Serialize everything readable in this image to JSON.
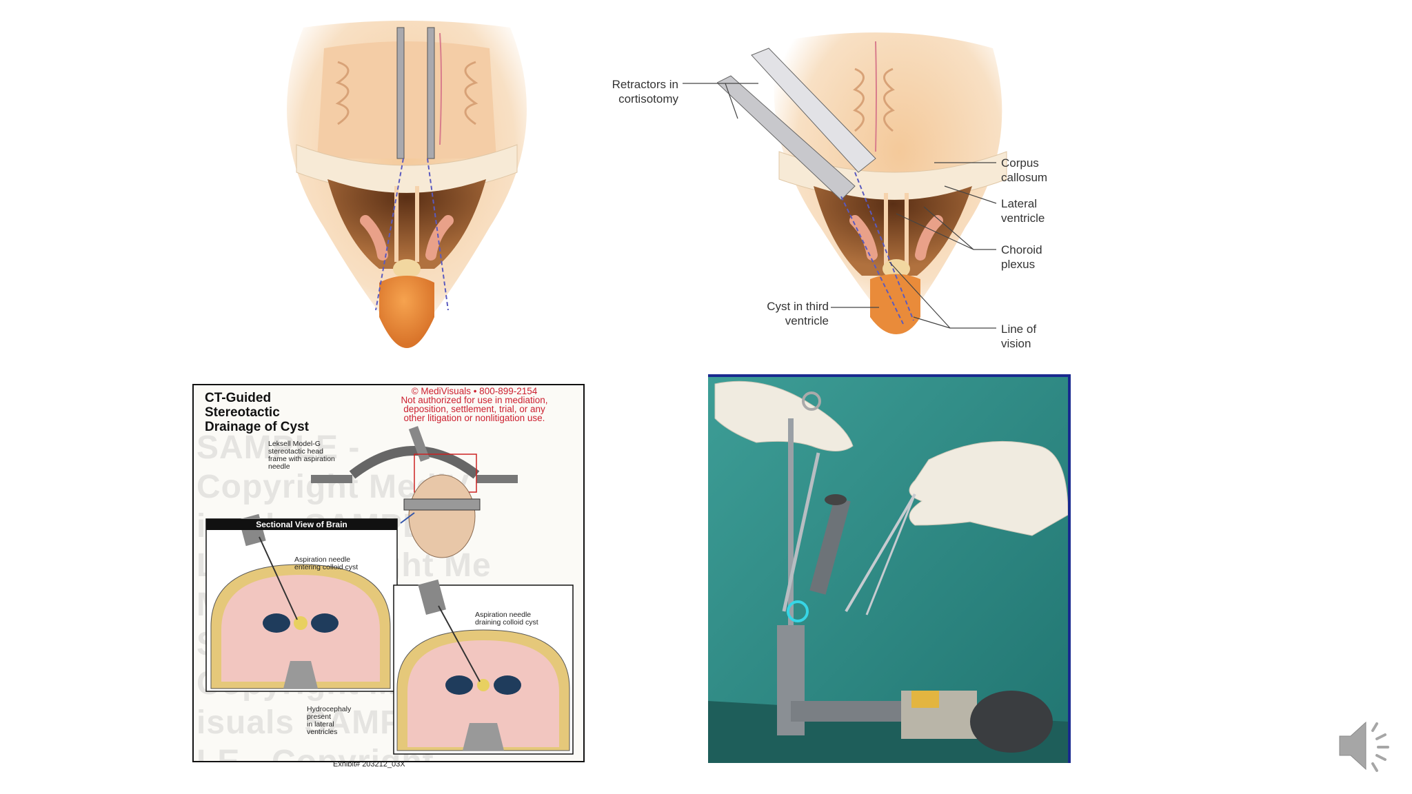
{
  "top_right_labels": {
    "retractors": "Retractors in\ncortisotomy",
    "corpus_callosum": "Corpus\ncallosum",
    "lateral_ventricle": "Lateral\nventricle",
    "choroid_plexus": "Choroid\nplexus",
    "cyst": "Cyst in third\nventricle",
    "line_of_vision": "Line of\nvision"
  },
  "ct_panel": {
    "title": "CT-Guided\nStereotactic\nDrainage of Cyst",
    "copyright_lines": [
      "© MediVisuals • 800-899-2154",
      "Not authorized for use in mediation,",
      "deposition, settlement, trial, or any",
      "other litigation or nonlitigation use."
    ],
    "watermark": "SAMPLE - \nCopyright MediV\nisuals SAMPLE - \nLE - Copyright Me\nMediVisuals SAM\nSAMPLE - Copyri\nCopyright MediV\nisuals SAMPLE - \nLE - Copyright",
    "frame_label": "Leksell Model-G\nstereotactic head\nframe with aspiration\nneedle",
    "section_header": "Sectional View of Brain",
    "needle_entering": "Aspiration needle\nentering colloid cyst",
    "needle_draining": "Aspiration needle\ndraining colloid cyst",
    "hydrocephaly": "Hydrocephaly\npresent\nin lateral\nventricles",
    "exhibit": "Exhibit# 203212_03X"
  },
  "colors": {
    "skin": "#f6d9b4",
    "brain": "#f2caa0",
    "ventricle": "#6b3e1f",
    "cyst": "#e98b3a",
    "photo_bg": "#2e8f8a",
    "frame_border": "#1a2a8f",
    "copyright_red": "#cc1f2f"
  },
  "icons": {
    "speaker": "speaker-icon"
  }
}
